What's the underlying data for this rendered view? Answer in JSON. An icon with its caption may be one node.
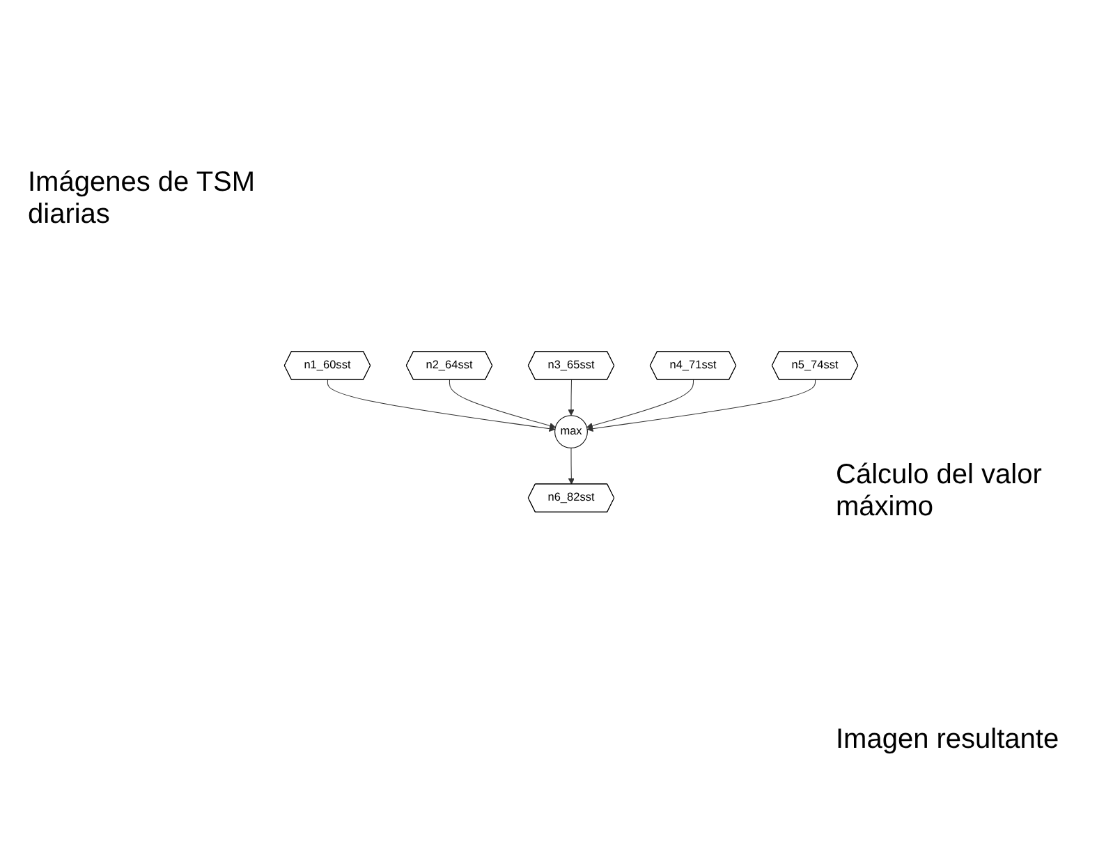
{
  "diagram": {
    "nodes": [
      {
        "text": [
          "n1_60sst"
        ]
      },
      {
        "text": [
          "n2_64sst"
        ]
      },
      {
        "text": [
          "n3_65sst"
        ]
      },
      {
        "text": [
          "n4_71sst"
        ]
      },
      {
        "text": [
          "n5_74sst"
        ]
      },
      {
        "text": [
          "max"
        ]
      },
      {
        "text": [
          "n6_82sst"
        ]
      }
    ],
    "edges": [
      {
        "from": 0,
        "to": 5,
        "arrow": "to"
      },
      {
        "from": 1,
        "to": 5,
        "arrow": "to"
      },
      {
        "from": 2,
        "to": 5,
        "arrow": "to"
      },
      {
        "from": 3,
        "to": 5,
        "arrow": "to"
      },
      {
        "from": 4,
        "to": 5,
        "arrow": "to"
      },
      {
        "from": 5,
        "to": 6,
        "arrow": "to"
      }
    ],
    "labels": [
      "Imágenes de TSM diarias",
      "Cálculo del valor máximo",
      "Imagen resultante"
    ]
  }
}
